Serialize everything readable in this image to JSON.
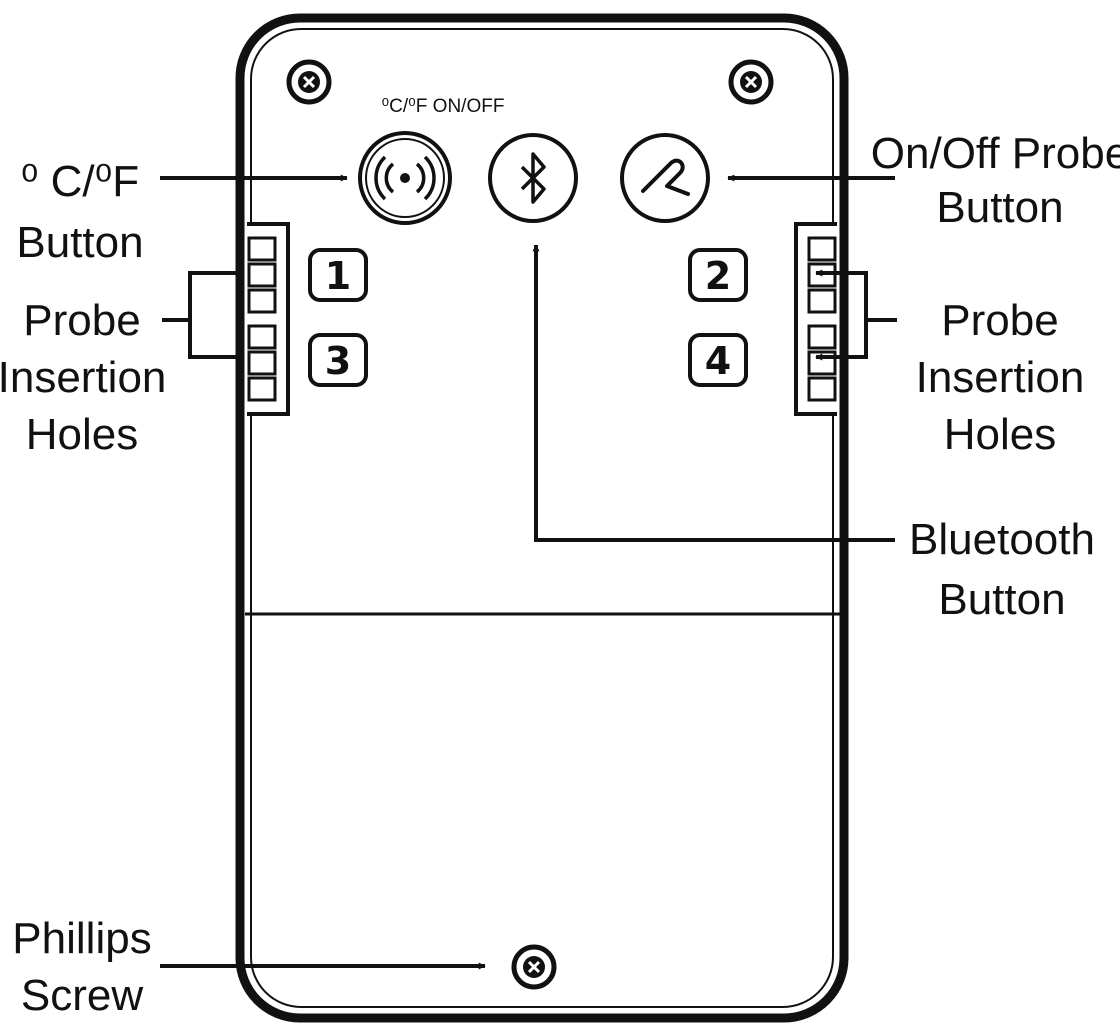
{
  "device": {
    "top_label": "⁰C/⁰F ON/OFF",
    "ports": [
      "1",
      "2",
      "3",
      "4"
    ]
  },
  "callouts": {
    "temp_button": [
      "⁰ C/⁰F",
      "Button"
    ],
    "probe_holes_left": [
      "Probe",
      "Insertion",
      "Holes"
    ],
    "probe_button": [
      "On/Off Probe",
      "Button"
    ],
    "probe_holes_right": [
      "Probe",
      "Insertion",
      "Holes"
    ],
    "bluetooth_button": [
      "Bluetooth",
      "Button"
    ],
    "phillips_screw": [
      "Phillips",
      "Screw"
    ]
  },
  "icons": {
    "temp": "radio-waves-icon",
    "bluetooth": "bluetooth-icon",
    "probe": "probe-icon",
    "screw": "phillips-screw-icon"
  }
}
